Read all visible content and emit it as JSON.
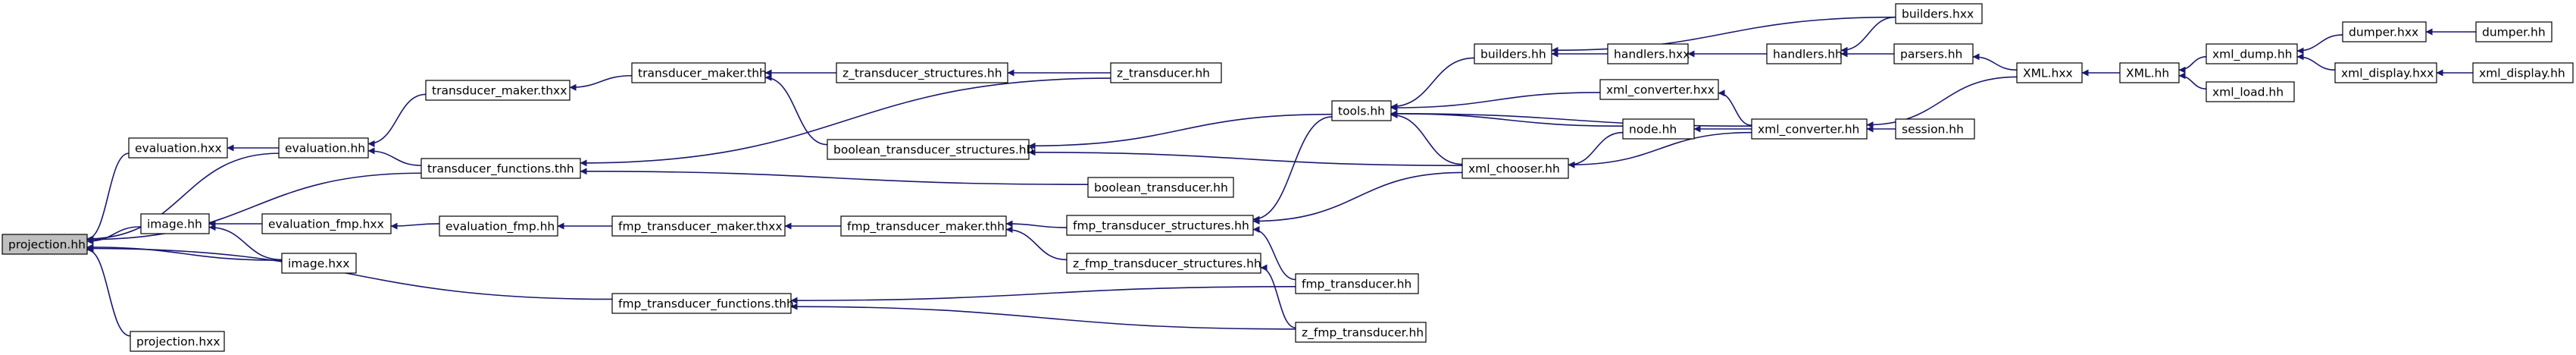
{
  "graph": {
    "edge_color": "#191970",
    "root_fill": "#bfbfbf",
    "node_fill": "#ffffff",
    "nodes": [
      {
        "id": "projection_hh",
        "label": "projection.hh"
      },
      {
        "id": "evaluation_hxx",
        "label": "evaluation.hxx"
      },
      {
        "id": "evaluation_hh",
        "label": "evaluation.hh"
      },
      {
        "id": "image_hh",
        "label": "image.hh"
      },
      {
        "id": "image_hxx",
        "label": "image.hxx"
      },
      {
        "id": "projection_hxx",
        "label": "projection.hxx"
      },
      {
        "id": "transducer_maker_thxx",
        "label": "transducer_maker.thxx"
      },
      {
        "id": "transducer_maker_thh",
        "label": "transducer_maker.thh"
      },
      {
        "id": "transducer_functions_thh",
        "label": "transducer_functions.thh"
      },
      {
        "id": "evaluation_fmp_hxx",
        "label": "evaluation_fmp.hxx"
      },
      {
        "id": "evaluation_fmp_hh",
        "label": "evaluation_fmp.hh"
      },
      {
        "id": "fmp_transducer_functions_thh",
        "label": "fmp_transducer_functions.thh"
      },
      {
        "id": "fmp_transducer_maker_thxx",
        "label": "fmp_transducer_maker.thxx"
      },
      {
        "id": "fmp_transducer_maker_thh",
        "label": "fmp_transducer_maker.thh"
      },
      {
        "id": "z_transducer_structures_hh",
        "label": "z_transducer_structures.hh"
      },
      {
        "id": "z_transducer_hh",
        "label": "z_transducer.hh"
      },
      {
        "id": "boolean_transducer_structures_hh",
        "label": "boolean_transducer_structures.hh"
      },
      {
        "id": "boolean_transducer_hh",
        "label": "boolean_transducer.hh"
      },
      {
        "id": "fmp_transducer_structures_hh",
        "label": "fmp_transducer_structures.hh"
      },
      {
        "id": "z_fmp_transducer_structures_hh",
        "label": "z_fmp_transducer_structures.hh"
      },
      {
        "id": "fmp_transducer_hh",
        "label": "fmp_transducer.hh"
      },
      {
        "id": "z_fmp_transducer_hh",
        "label": "z_fmp_transducer.hh"
      },
      {
        "id": "tools_hh",
        "label": "tools.hh"
      },
      {
        "id": "builders_hh",
        "label": "builders.hh"
      },
      {
        "id": "handlers_hxx",
        "label": "handlers.hxx"
      },
      {
        "id": "handlers_hh",
        "label": "handlers.hh"
      },
      {
        "id": "builders_hxx",
        "label": "builders.hxx"
      },
      {
        "id": "xml_converter_hxx",
        "label": "xml_converter.hxx"
      },
      {
        "id": "node_hh",
        "label": "node.hh"
      },
      {
        "id": "xml_chooser_hh",
        "label": "xml_chooser.hh"
      },
      {
        "id": "xml_converter_hh",
        "label": "xml_converter.hh"
      },
      {
        "id": "parsers_hh",
        "label": "parsers.hh"
      },
      {
        "id": "session_hh",
        "label": "session.hh"
      },
      {
        "id": "XML_hxx",
        "label": "XML.hxx"
      },
      {
        "id": "XML_hh",
        "label": "XML.hh"
      },
      {
        "id": "xml_dump_hh",
        "label": "xml_dump.hh"
      },
      {
        "id": "xml_load_hh",
        "label": "xml_load.hh"
      },
      {
        "id": "dumper_hxx",
        "label": "dumper.hxx"
      },
      {
        "id": "dumper_hh",
        "label": "dumper.hh"
      },
      {
        "id": "xml_display_hxx",
        "label": "xml_display.hxx"
      },
      {
        "id": "xml_display_hh",
        "label": "xml_display.hh"
      }
    ],
    "edges": [
      [
        "evaluation_hxx",
        "projection_hh"
      ],
      [
        "evaluation_hh",
        "projection_hh"
      ],
      [
        "image_hh",
        "projection_hh"
      ],
      [
        "image_hxx",
        "projection_hh"
      ],
      [
        "projection_hxx",
        "projection_hh"
      ],
      [
        "transducer_functions_thh",
        "projection_hh"
      ],
      [
        "fmp_transducer_functions_thh",
        "projection_hh"
      ],
      [
        "evaluation_hh",
        "evaluation_hxx"
      ],
      [
        "transducer_maker_thxx",
        "evaluation_hh"
      ],
      [
        "transducer_functions_thh",
        "evaluation_hh"
      ],
      [
        "transducer_maker_thh",
        "transducer_maker_thxx"
      ],
      [
        "z_transducer_structures_hh",
        "transducer_maker_thh"
      ],
      [
        "z_transducer_hh",
        "z_transducer_structures_hh"
      ],
      [
        "image_hxx",
        "image_hh"
      ],
      [
        "evaluation_fmp_hxx",
        "image_hh"
      ],
      [
        "evaluation_fmp_hh",
        "evaluation_fmp_hxx"
      ],
      [
        "fmp_transducer_maker_thxx",
        "evaluation_fmp_hh"
      ],
      [
        "fmp_transducer_maker_thh",
        "fmp_transducer_maker_thxx"
      ],
      [
        "fmp_transducer_structures_hh",
        "fmp_transducer_maker_thh"
      ],
      [
        "tools_hh",
        "boolean_transducer_structures_hh"
      ],
      [
        "xml_chooser_hh",
        "boolean_transducer_structures_hh"
      ],
      [
        "boolean_transducer_structures_hh",
        "transducer_maker_thh"
      ],
      [
        "boolean_transducer_hh",
        "transducer_functions_thh"
      ],
      [
        "z_transducer_hh",
        "transducer_functions_thh"
      ],
      [
        "tools_hh",
        "fmp_transducer_structures_hh"
      ],
      [
        "xml_chooser_hh",
        "fmp_transducer_structures_hh"
      ],
      [
        "fmp_transducer_hh",
        "fmp_transducer_structures_hh"
      ],
      [
        "z_fmp_transducer_hh",
        "z_fmp_transducer_structures_hh"
      ],
      [
        "z_fmp_transducer_structures_hh",
        "fmp_transducer_maker_thh"
      ],
      [
        "fmp_transducer_hh",
        "fmp_transducer_functions_thh"
      ],
      [
        "z_fmp_transducer_hh",
        "fmp_transducer_functions_thh"
      ],
      [
        "builders_hh",
        "tools_hh"
      ],
      [
        "xml_converter_hxx",
        "tools_hh"
      ],
      [
        "node_hh",
        "tools_hh"
      ],
      [
        "xml_chooser_hh",
        "tools_hh"
      ],
      [
        "xml_converter_hh",
        "tools_hh"
      ],
      [
        "handlers_hxx",
        "builders_hh"
      ],
      [
        "builders_hxx",
        "builders_hh"
      ],
      [
        "handlers_hh",
        "handlers_hxx"
      ],
      [
        "builders_hxx",
        "handlers_hh"
      ],
      [
        "parsers_hh",
        "handlers_hh"
      ],
      [
        "xml_converter_hh",
        "xml_converter_hxx"
      ],
      [
        "xml_converter_hh",
        "node_hh"
      ],
      [
        "node_hh",
        "xml_chooser_hh"
      ],
      [
        "xml_converter_hh",
        "xml_chooser_hh"
      ],
      [
        "XML_hxx",
        "parsers_hh"
      ],
      [
        "XML_hxx",
        "xml_converter_hh"
      ],
      [
        "session_hh",
        "xml_converter_hh"
      ],
      [
        "XML_hh",
        "XML_hxx"
      ],
      [
        "xml_dump_hh",
        "XML_hh"
      ],
      [
        "xml_load_hh",
        "XML_hh"
      ],
      [
        "dumper_hxx",
        "xml_dump_hh"
      ],
      [
        "xml_display_hxx",
        "xml_dump_hh"
      ],
      [
        "dumper_hh",
        "dumper_hxx"
      ],
      [
        "xml_display_hh",
        "xml_display_hxx"
      ]
    ]
  }
}
